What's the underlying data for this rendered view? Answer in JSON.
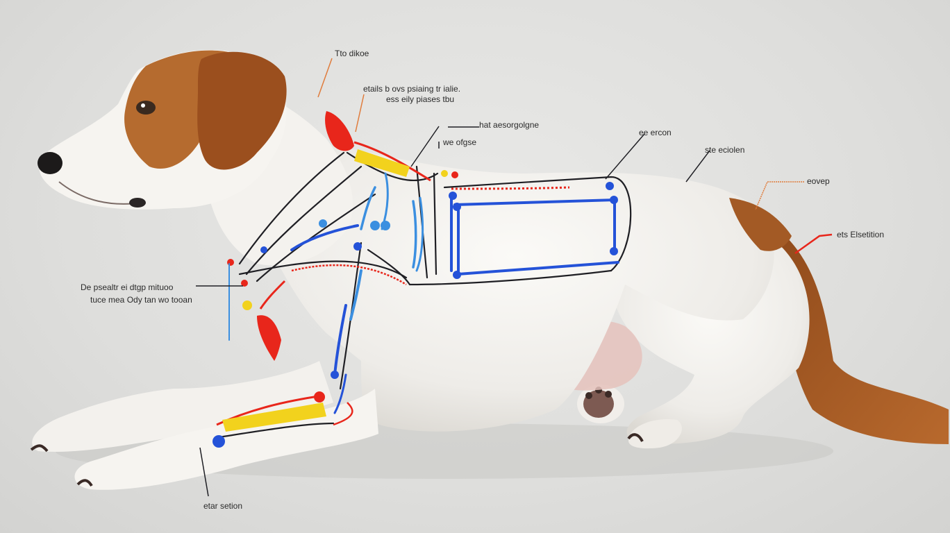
{
  "labels": {
    "top_chest": "Tto dikoe",
    "neck_line1": "etails b ovs psiaing tr ialie.",
    "neck_line2": "ess eily piases tbu",
    "shoulder_a": "hat aesorgolgne",
    "shoulder_b": "we ofgse",
    "back_a": "ee ercon",
    "back_b": "ste eciolen",
    "hip": "eovep",
    "tail": "ets Elsetition",
    "chest_line1": "De psealtr ei dtgp mituoo",
    "chest_line2": "tuce mea Ody tan wo tooan",
    "paw": "etar setion"
  },
  "colors": {
    "red": "#e8261b",
    "yellow": "#f2d21d",
    "blue": "#2452d8",
    "light_blue": "#3b8fe0",
    "orange_leader": "#e07c3c",
    "dark_line": "#1f1f24",
    "fur_brown": "#a35a25",
    "fur_white": "#f4f2ee"
  }
}
